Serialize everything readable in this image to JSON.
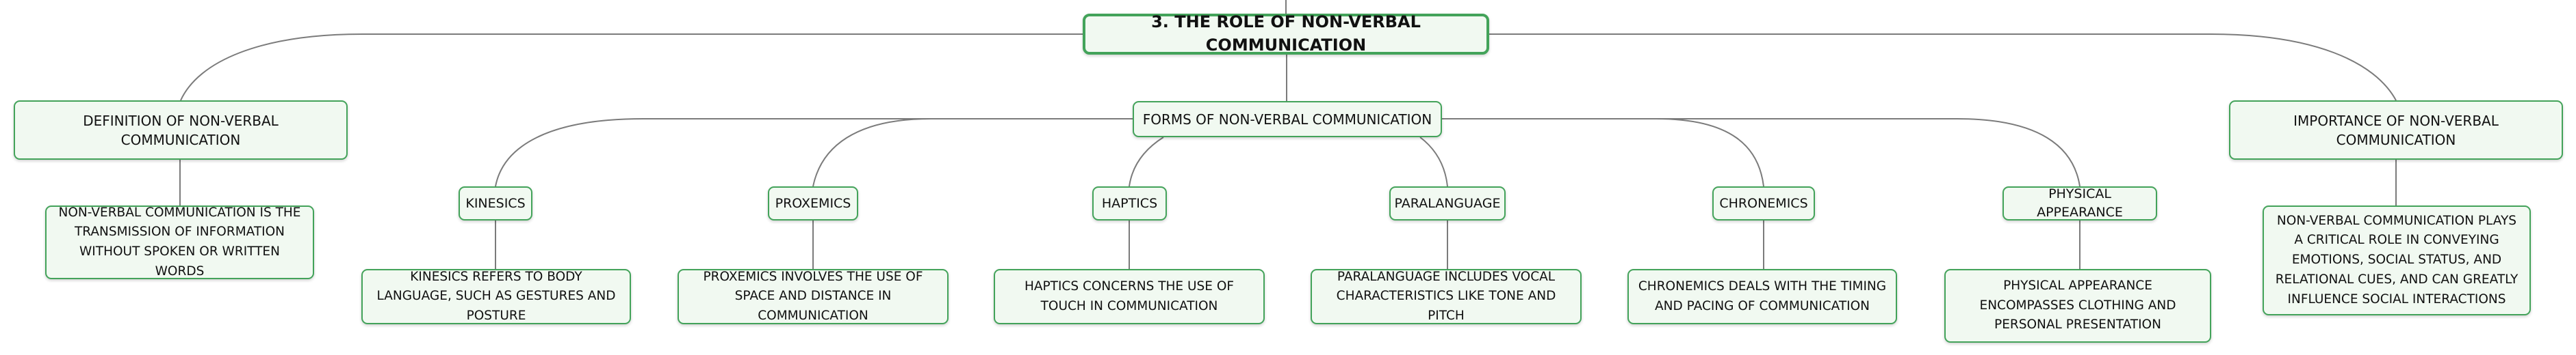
{
  "root": {
    "label": "3. THE ROLE OF NON-VERBAL COMMUNICATION"
  },
  "definition": {
    "label": "DEFINITION OF NON-VERBAL COMMUNICATION",
    "detail": "NON-VERBAL COMMUNICATION IS THE TRANSMISSION OF INFORMATION WITHOUT SPOKEN OR WRITTEN WORDS"
  },
  "forms": {
    "label": "FORMS OF NON-VERBAL COMMUNICATION",
    "items": [
      {
        "label": "KINESICS",
        "detail": "KINESICS REFERS TO BODY LANGUAGE, SUCH AS GESTURES AND POSTURE"
      },
      {
        "label": "PROXEMICS",
        "detail": "PROXEMICS INVOLVES THE USE OF SPACE AND DISTANCE IN COMMUNICATION"
      },
      {
        "label": "HAPTICS",
        "detail": "HAPTICS CONCERNS THE USE OF TOUCH IN COMMUNICATION"
      },
      {
        "label": "PARALANGUAGE",
        "detail": "PARALANGUAGE INCLUDES VOCAL CHARACTERISTICS LIKE TONE AND PITCH"
      },
      {
        "label": "CHRONEMICS",
        "detail": "CHRONEMICS DEALS WITH THE TIMING AND PACING OF COMMUNICATION"
      },
      {
        "label": "PHYSICAL APPEARANCE",
        "detail": "PHYSICAL APPEARANCE ENCOMPASSES CLOTHING AND PERSONAL PRESENTATION"
      }
    ]
  },
  "importance": {
    "label": "IMPORTANCE OF NON-VERBAL COMMUNICATION",
    "detail": "NON-VERBAL COMMUNICATION PLAYS A CRITICAL ROLE IN CONVEYING EMOTIONS, SOCIAL STATUS, AND RELATIONAL CUES, AND CAN GREATLY INFLUENCE SOCIAL INTERACTIONS"
  },
  "colors": {
    "node_border": "#43a35a",
    "node_fill": "#f1f9f1",
    "connector": "#7b7b7b"
  }
}
